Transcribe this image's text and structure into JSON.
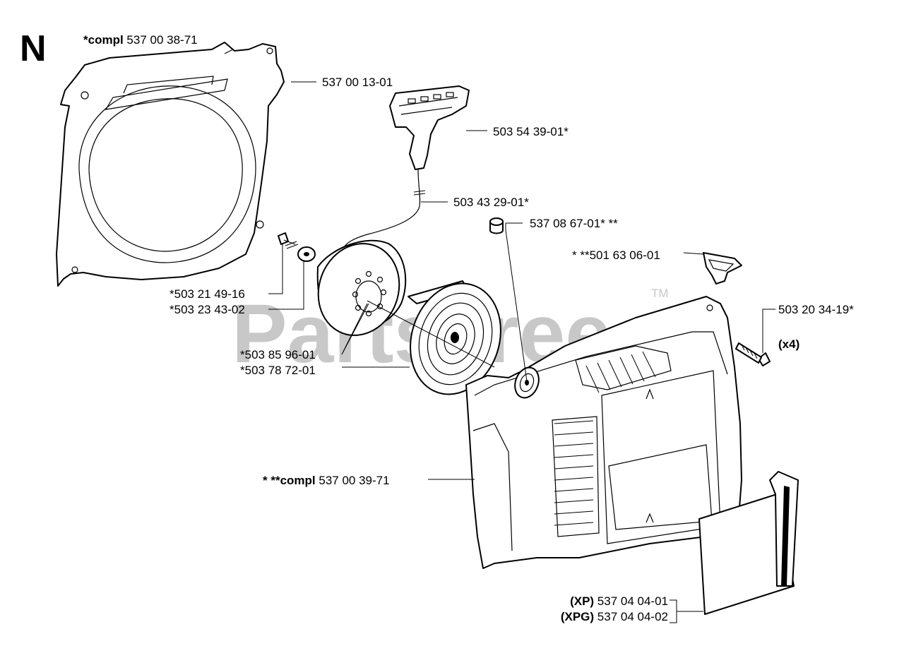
{
  "section_letter": "N",
  "watermark": {
    "text": "PartsTree",
    "trademark": "TM"
  },
  "labels": {
    "starter_housing_compl": {
      "prefix": "*compl",
      "number": "537 00 38-71"
    },
    "housing": {
      "number": "537 00 13-01"
    },
    "handle": {
      "number": "503 54 39-01*"
    },
    "cord": {
      "number": "503 43 29-01*"
    },
    "bushing": {
      "number": "537 08 67-01* **"
    },
    "plug": {
      "number": "* **501 63 06-01"
    },
    "screw_small": {
      "number": "*503 21 49-16"
    },
    "washer": {
      "number": "*503 23 43-02"
    },
    "pulley": {
      "number": "*503 85 96-01"
    },
    "spring": {
      "number": "*503 78 72-01"
    },
    "screw_long": {
      "number": "503 20 34-19*",
      "qty": "(x4)"
    },
    "cover_compl": {
      "prefix": "* **compl",
      "number": "537 00 39-71"
    },
    "decal_xp": {
      "prefix": "(XP)",
      "number": "537 04 04-01"
    },
    "decal_xpg": {
      "prefix": "(XPG)",
      "number": "537 04 04-02"
    }
  }
}
